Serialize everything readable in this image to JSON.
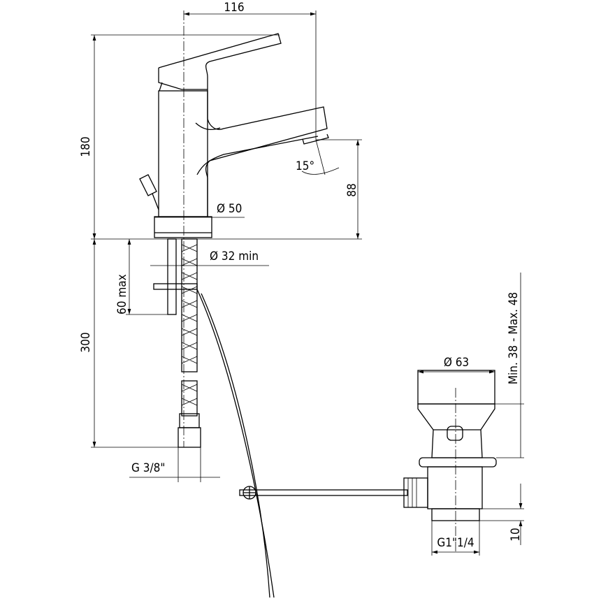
{
  "title": "Basin mixer with pop-up waste – technical drawing",
  "dimensions": {
    "width_116": "116",
    "height_180": "180",
    "spout_height_88": "88",
    "angle_15": "15°",
    "base_diameter": "Ø 50",
    "hole_diameter": "Ø 32 min",
    "thickness_60": "60 max",
    "hose_300": "300",
    "hose_thread": "G 3/8\"",
    "waste_diameter": "Ø 63",
    "waste_range": "Min. 38 - Max. 48",
    "waste_thread_len": "10",
    "waste_thread": "G1\"1/4"
  }
}
